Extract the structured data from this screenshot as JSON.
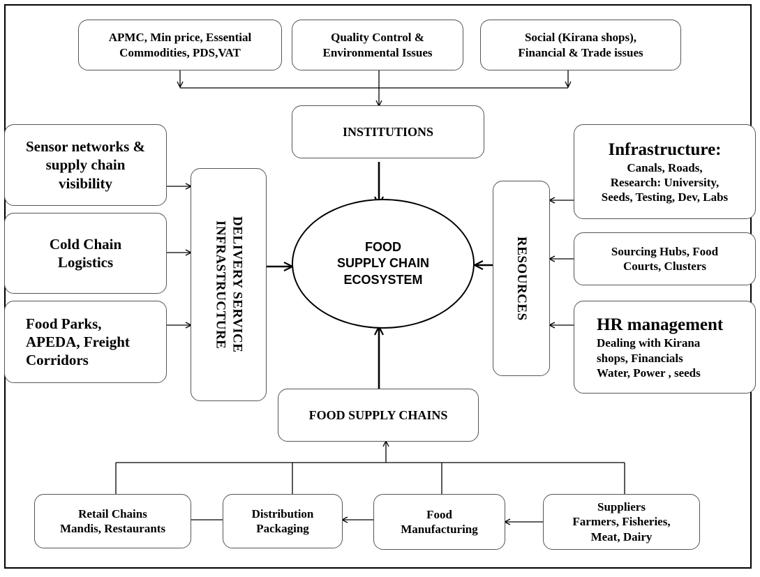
{
  "top_row": {
    "apmc": [
      "APMC, Min price, Essential",
      "Commodities, PDS,VAT"
    ],
    "quality": [
      "Quality Control &",
      "Environmental Issues"
    ],
    "social": [
      "Social (Kirana shops),",
      "Financial & Trade issues"
    ]
  },
  "institutions": "INSTITUTIONS",
  "center": [
    "FOOD",
    "SUPPLY CHAIN",
    "ECOSYSTEM"
  ],
  "delivery": [
    "DELIVERY SERVICE",
    "INFRASTRUCTURE"
  ],
  "resources": "RESOURCES",
  "left": {
    "sensor": [
      "Sensor networks &",
      "supply chain",
      "visibility"
    ],
    "cold": [
      "Cold Chain",
      "Logistics"
    ],
    "parks": [
      "Food Parks,",
      "APEDA, Freight",
      "Corridors"
    ]
  },
  "right": {
    "infra_title": "Infrastructure:",
    "infra_lines": [
      "Canals, Roads,",
      "Research: University,",
      "Seeds, Testing, Dev, Labs"
    ],
    "sourcing": [
      "Sourcing Hubs, Food",
      "Courts, Clusters"
    ],
    "hr_title": "HR management",
    "hr_lines": [
      "Dealing with  Kirana",
      "shops, Financials",
      "Water, Power , seeds"
    ]
  },
  "food_supply_chains": "FOOD SUPPLY CHAINS",
  "bottom_row": {
    "retail": [
      "Retail Chains",
      "Mandis, Restaurants"
    ],
    "distribution": [
      "Distribution",
      "Packaging"
    ],
    "manufacturing": [
      "Food",
      "Manufacturing"
    ],
    "suppliers": [
      "Suppliers",
      "Farmers, Fisheries,",
      "Meat, Dairy"
    ]
  }
}
